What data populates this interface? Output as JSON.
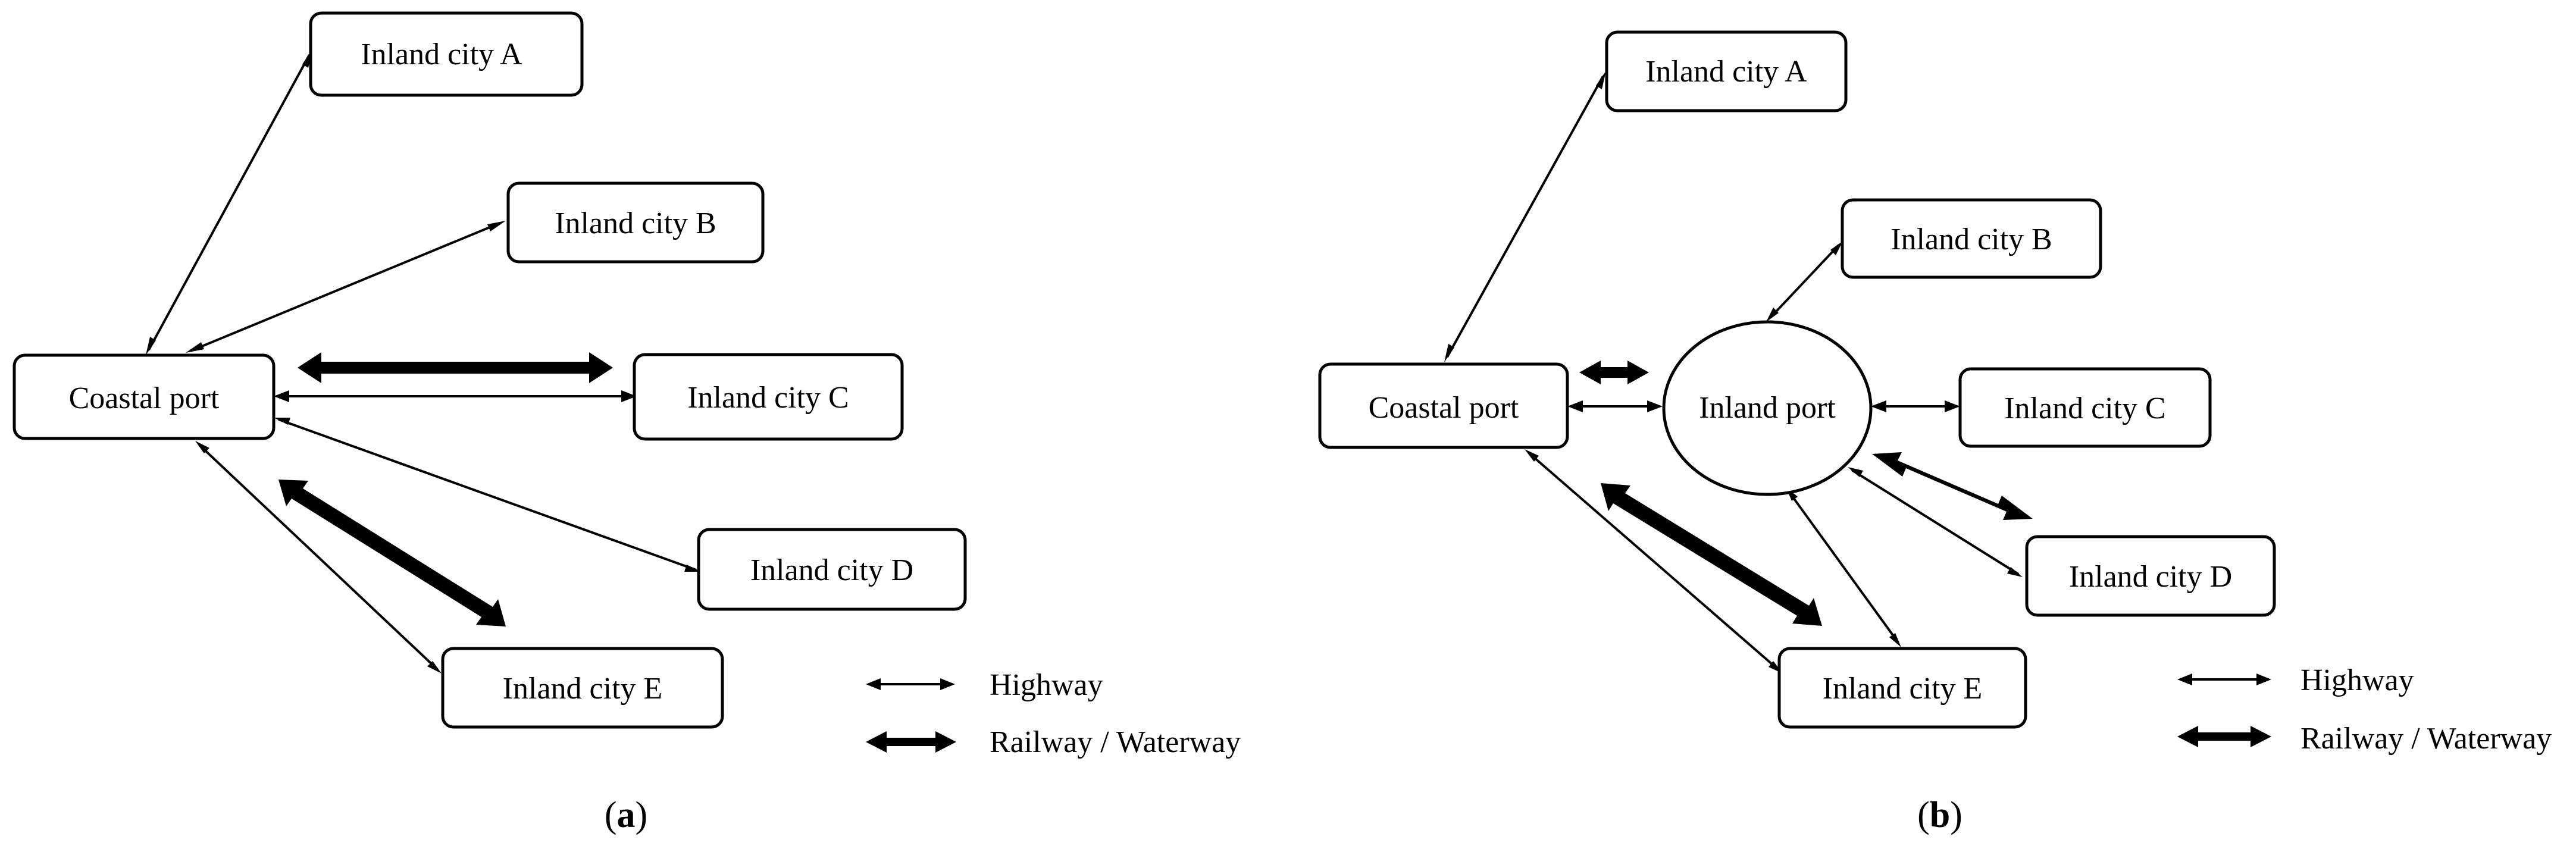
{
  "panel_a": {
    "coastal_port": "Coastal port",
    "city_a": "Inland city A",
    "city_b": "Inland city B",
    "city_c": "Inland city C",
    "city_d": "Inland city D",
    "city_e": "Inland city E",
    "legend_highway": "Highway",
    "legend_railway": "Railway / Waterway",
    "caption_open": "(",
    "caption_letter": "a",
    "caption_close": ")"
  },
  "panel_b": {
    "coastal_port": "Coastal port",
    "inland_port": "Inland port",
    "city_a": "Inland city A",
    "city_b": "Inland city B",
    "city_c": "Inland city C",
    "city_d": "Inland city D",
    "city_e": "Inland city E",
    "legend_highway": "Highway",
    "legend_railway": "Railway / Waterway",
    "caption_open": "(",
    "caption_letter": "b",
    "caption_close": ")"
  }
}
